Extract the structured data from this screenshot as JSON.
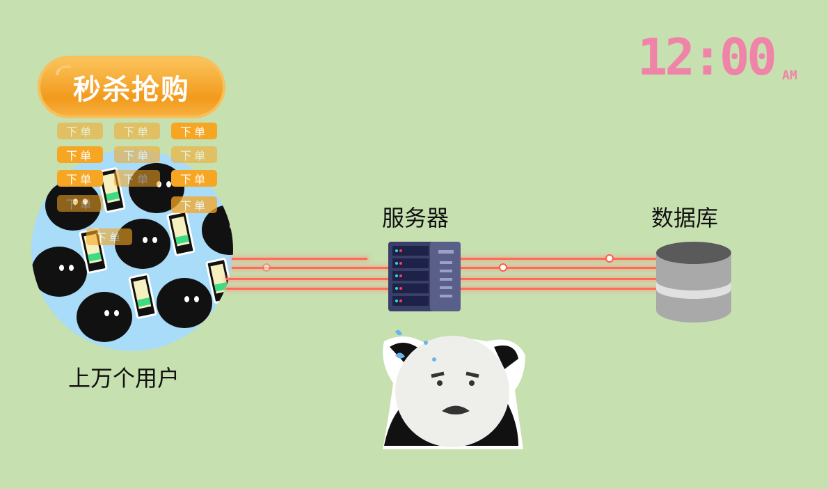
{
  "clock": {
    "time": "12:00",
    "period": "AM"
  },
  "title_badge": "秒杀抢购",
  "order_badge_label": "下单",
  "order_badges": [
    "下单",
    "下单",
    "下单",
    "下单",
    "下单",
    "下单",
    "下单",
    "下单",
    "下单",
    "下单",
    "下单",
    "下单"
  ],
  "labels": {
    "users": "上万个用户",
    "server": "服务器",
    "database": "数据库"
  },
  "colors": {
    "background": "#c6e0b0",
    "accent": "#f6a623",
    "clock": "#f083a8",
    "request_line": "#ff6a5a"
  }
}
